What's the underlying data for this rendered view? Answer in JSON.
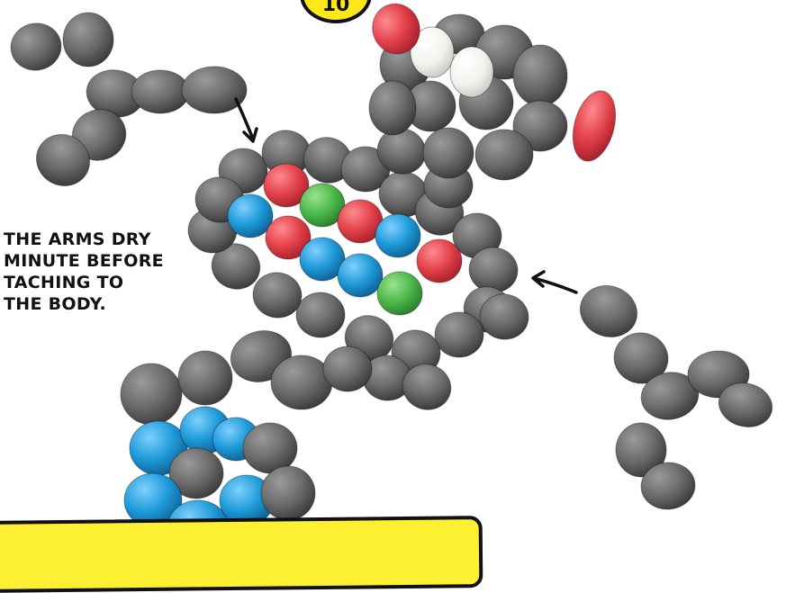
{
  "step_badge": {
    "number": "10",
    "color": "#ffe81a"
  },
  "instruction": {
    "text": "THE ARMS DRY\nMINUTE BEFORE\nTACHING TO\nTHE BODY."
  },
  "colors": {
    "gray_foam": "#6b6b6b",
    "red_foam": "#e2414a",
    "green_foam": "#4cb84a",
    "blue_foam": "#1e9ad8",
    "white_foam": "#f2f2ee",
    "banner": "#fdf033"
  },
  "scene": {
    "subject": "foam-bead-robot-figure",
    "parts": [
      "left-arm",
      "right-arm",
      "body",
      "head",
      "leg"
    ]
  }
}
